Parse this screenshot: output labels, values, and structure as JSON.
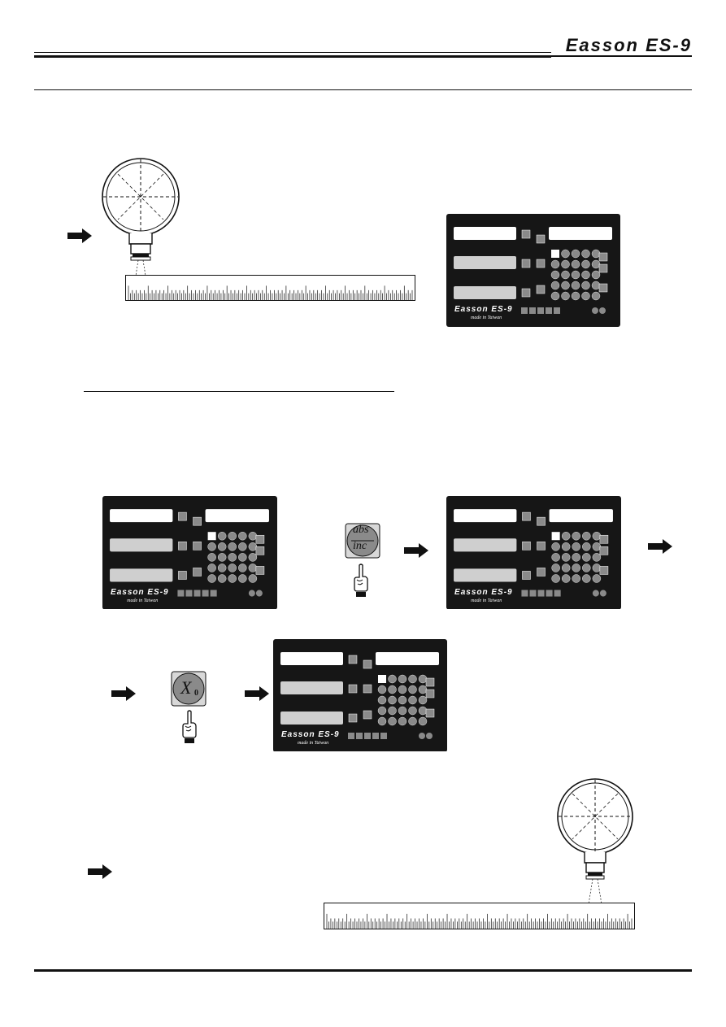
{
  "header": {
    "brand": "Easson ES-9"
  },
  "dro": {
    "brand": "Easson ES-9",
    "made_in": "made in Taiwan"
  },
  "keys": {
    "abs_inc": {
      "top": "abs",
      "bottom": "inc",
      "icon": "abs-inc-key-icon"
    },
    "x_zero": {
      "letter": "X",
      "sub": "0",
      "icon": "x-zero-key-icon"
    }
  },
  "icons": [
    "arrow-right-icon",
    "dial-indicator-icon",
    "ruler-scale-icon",
    "pointing-hand-icon",
    "dro-display-icon"
  ],
  "colors": {
    "ink": "#111111",
    "panel": "#161616",
    "key": "#8a8a8a"
  }
}
